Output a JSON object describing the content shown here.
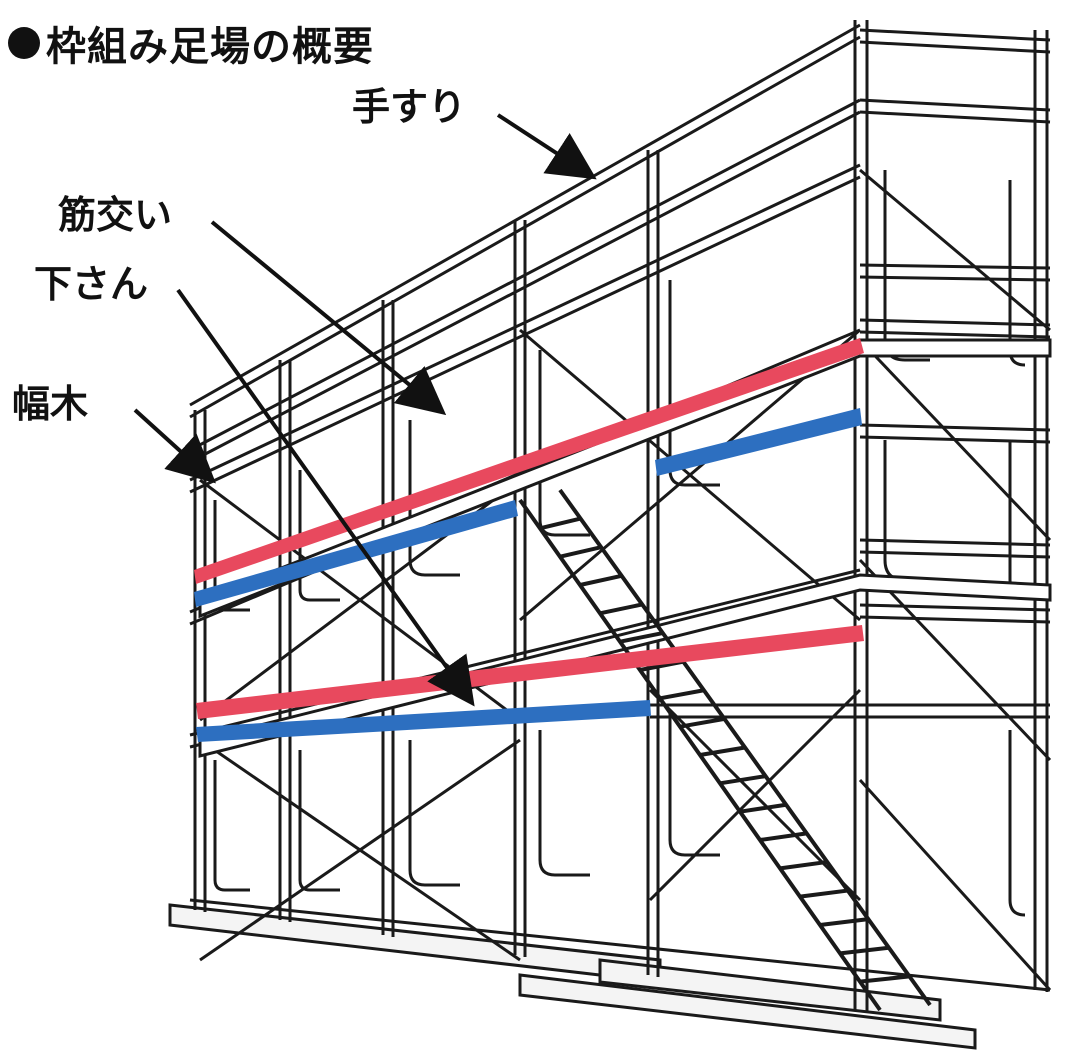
{
  "title": "枠組み足場の概要",
  "labels": {
    "handrail": "手すり",
    "brace": "筋交い",
    "lower_rail": "下さん",
    "toe_board": "幅木"
  },
  "colors": {
    "lower_rail": "#e8495e",
    "toe_board": "#2d6fc0",
    "line": "#1a1a1a"
  }
}
